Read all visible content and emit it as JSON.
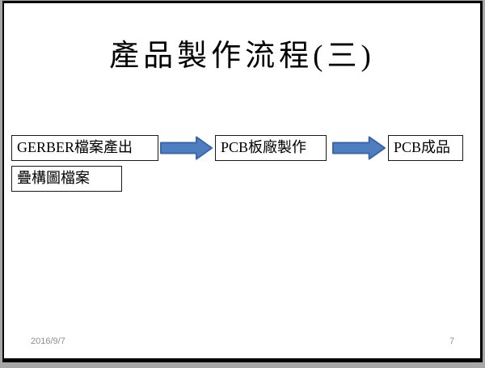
{
  "slide": {
    "title": "產品製作流程(三)",
    "flow": {
      "boxes": [
        {
          "id": "gerber-output",
          "label": "GERBER檔案產出"
        },
        {
          "id": "stackup-file",
          "label": "疊構圖檔案"
        },
        {
          "id": "pcb-fab",
          "label": "PCB板廠製作"
        },
        {
          "id": "pcb-finished",
          "label": "PCB成品"
        }
      ],
      "arrows": [
        {
          "from": "gerber-output",
          "to": "pcb-fab"
        },
        {
          "from": "pcb-fab",
          "to": "pcb-finished"
        }
      ]
    },
    "footer": {
      "date": "2016/9/7",
      "page_number": "7"
    }
  },
  "colors": {
    "arrow_fill": "#4E7EC0",
    "arrow_stroke": "#3B67A4",
    "slide_border": "#000000",
    "canvas_background": "#a7a7a7",
    "box_border": "#1a1a1a",
    "footer_date_text": "#8e8e8e",
    "page_number_text": "#8a91a0"
  }
}
